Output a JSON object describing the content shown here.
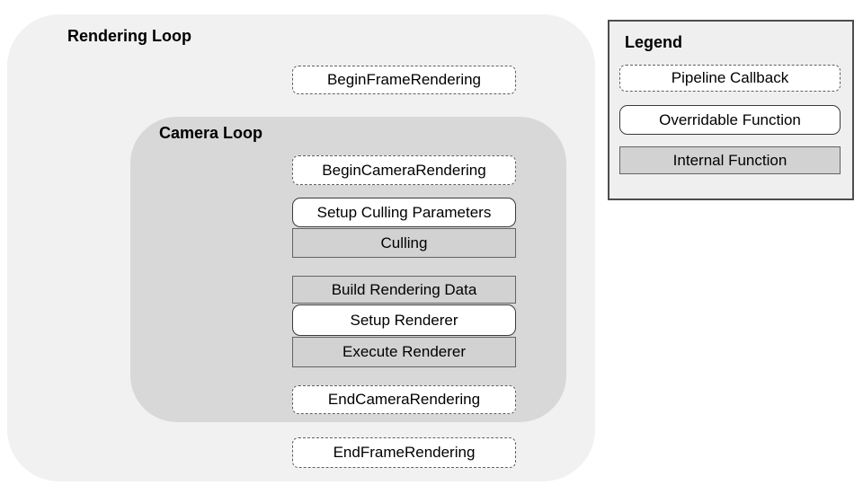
{
  "colors": {
    "rendering_loop_bg": "#f1f1f1",
    "camera_loop_bg": "#d8d8d8",
    "internal_function_fill": "#d2d2d2",
    "callback_fill": "#ffffff",
    "overridable_fill": "#ffffff",
    "legend_bg": "#efefef",
    "border_dark": "#3a3a3a",
    "text": "#000000"
  },
  "rendering_loop": {
    "label": "Rendering Loop",
    "nodes": {
      "begin_frame": "BeginFrameRendering",
      "end_frame": "EndFrameRendering"
    },
    "camera_loop": {
      "label": "Camera Loop",
      "nodes": {
        "begin_camera": "BeginCameraRendering",
        "setup_culling": "Setup Culling Parameters",
        "culling": "Culling",
        "build_rendering_data": "Build Rendering Data",
        "setup_renderer": "Setup Renderer",
        "execute_renderer": "Execute Renderer",
        "end_camera": "EndCameraRendering"
      }
    }
  },
  "legend": {
    "title": "Legend",
    "items": [
      {
        "label": "Pipeline Callback",
        "style": "pipeline-callback"
      },
      {
        "label": "Overridable Function",
        "style": "overridable-function"
      },
      {
        "label": "Internal Function",
        "style": "internal-function"
      }
    ]
  }
}
